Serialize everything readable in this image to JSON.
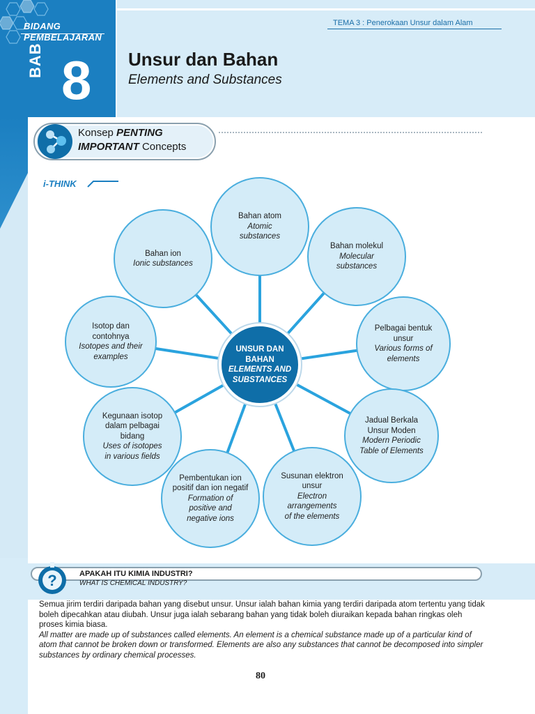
{
  "header": {
    "bidang_line1": "BIDANG",
    "bidang_line2": "PEMBELAJARAN",
    "bab_label": "BAB",
    "bab_number": "8",
    "tema": "TEMA 3 : Penerokaan Unsur dalam Alam",
    "title_bm": "Unsur dan Bahan",
    "title_en": "Elements and Substances"
  },
  "konsep": {
    "line1_plain": "Konsep ",
    "line1_bold": "PENTING",
    "line2_bold": "IMPORTANT",
    "line2_plain": " Concepts"
  },
  "ithink": "i-THINK",
  "concept_map": {
    "center": {
      "line1": "UNSUR DAN",
      "line2": "BAHAN",
      "line3": "ELEMENTS AND",
      "line4": "SUBSTANCES"
    },
    "nodes": [
      {
        "bm": [
          "Bahan atom"
        ],
        "en": [
          "Atomic",
          "substances"
        ]
      },
      {
        "bm": [
          "Bahan molekul"
        ],
        "en": [
          "Molecular",
          "substances"
        ]
      },
      {
        "bm": [
          "Pelbagai bentuk",
          "unsur"
        ],
        "en": [
          "Various forms of",
          "elements"
        ]
      },
      {
        "bm": [
          "Jadual Berkala",
          "Unsur Moden"
        ],
        "en": [
          "Modern Periodic",
          "Table of Elements"
        ]
      },
      {
        "bm": [
          "Susunan elektron",
          "unsur"
        ],
        "en": [
          "Electron",
          "arrangements",
          "of the elements"
        ]
      },
      {
        "bm": [
          "Pembentukan ion",
          "positif dan ion negatif"
        ],
        "en": [
          "Formation of",
          "positive and",
          "negative ions"
        ]
      },
      {
        "bm": [
          "Kegunaan isotop",
          "dalam pelbagai",
          "bidang"
        ],
        "en": [
          "Uses of isotopes",
          "in various fields"
        ]
      },
      {
        "bm": [
          "Isotop dan",
          "contohnya"
        ],
        "en": [
          "Isotopes and their",
          "examples"
        ]
      },
      {
        "bm": [
          "Bahan ion"
        ],
        "en": [
          "Ionic substances"
        ]
      }
    ]
  },
  "apakah": {
    "title_bm": "APAKAH ITU KIMIA INDUSTRI?",
    "title_en": "WHAT IS CHEMICAL INDUSTRY?"
  },
  "paragraph": {
    "bm": "Semua jirim terdiri daripada bahan yang disebut unsur. Unsur ialah bahan kimia yang terdiri daripada atom tertentu yang tidak boleh dipecahkan atau diubah. Unsur juga ialah sebarang bahan yang tidak boleh diuraikan kepada bahan ringkas oleh proses kimia biasa.",
    "en": "All matter are made up of substances called elements. An element is a chemical substance made up of a particular kind of atom that cannot be broken down or transformed. Elements are also any substances that cannot be decomposed into simpler substances by ordinary chemical processes."
  },
  "page_number": "80",
  "colors": {
    "brand_blue": "#1b7fc1",
    "center_blue": "#0f6ea8",
    "node_fill": "#d4ecf8",
    "node_stroke": "#4aaede",
    "spoke": "#2aa3de"
  }
}
